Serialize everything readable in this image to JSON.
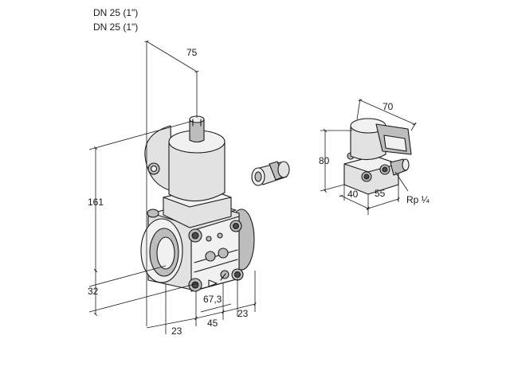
{
  "labels": {
    "dn_line1": "DN 25 (1\")",
    "dn_line2": "DN 25 (1\")",
    "dim_75": "75",
    "dim_161": "161",
    "dim_32": "32",
    "dim_67_3": "67,3",
    "dim_23_bottom": "23",
    "dim_45": "45",
    "dim_23_right": "23",
    "dim_70": "70",
    "dim_80": "80",
    "dim_40": "40",
    "dim_55": "55",
    "rp_quarter": "Rp ¼"
  }
}
